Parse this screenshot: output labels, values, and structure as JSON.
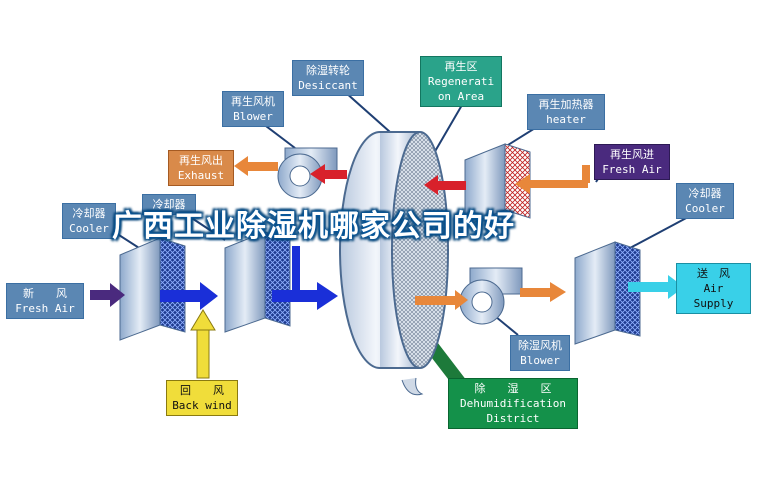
{
  "labels": {
    "desiccant": {
      "cn": "除湿转轮",
      "en": "Desiccant"
    },
    "regeneration_area": {
      "cn": "再生区",
      "en1": "Regenerati",
      "en2": "on Area"
    },
    "regen_blower": {
      "cn": "再生风机",
      "en": "Blower"
    },
    "regen_heater": {
      "cn": "再生加热器",
      "en": "heater"
    },
    "exhaust": {
      "cn": "再生风出",
      "en": "Exhaust"
    },
    "regen_fresh_air": {
      "cn": "再生风进",
      "en": "Fresh Air"
    },
    "cooler_left": {
      "cn": "冷却器",
      "en": "Cooler"
    },
    "cooler_mid": {
      "cn": "冷却器",
      "en": ""
    },
    "cooler_right": {
      "cn": "冷却器",
      "en": "Cooler"
    },
    "fresh_air": {
      "cn": "新　　风",
      "en": "Fresh Air"
    },
    "supply_air": {
      "cn": "送　风",
      "en": "Air Supply"
    },
    "dehum_blower": {
      "cn": "除湿风机",
      "en": "Blower"
    },
    "back_wind": {
      "cn": "回　　风",
      "en": "Back wind"
    },
    "dehum_district": {
      "cn": "除　　湿　　区",
      "en1": "Dehumidification",
      "en2": "District"
    }
  },
  "overlay_title": "广西工业除湿机哪家公司的好",
  "colors": {
    "label_blue": "#5b87b3",
    "exhaust_orange": "#d98a4a",
    "fresh_air_purple": "#4a2a7e",
    "regen_teal": "#2aa38a",
    "dehum_green": "#14914a",
    "back_wind_yellow": "#f0dd3a",
    "supply_cyan": "#39d0e8",
    "process_blue": "#1a2fd8",
    "regen_red": "#d8212b",
    "warm_orange": "#e8873a"
  }
}
